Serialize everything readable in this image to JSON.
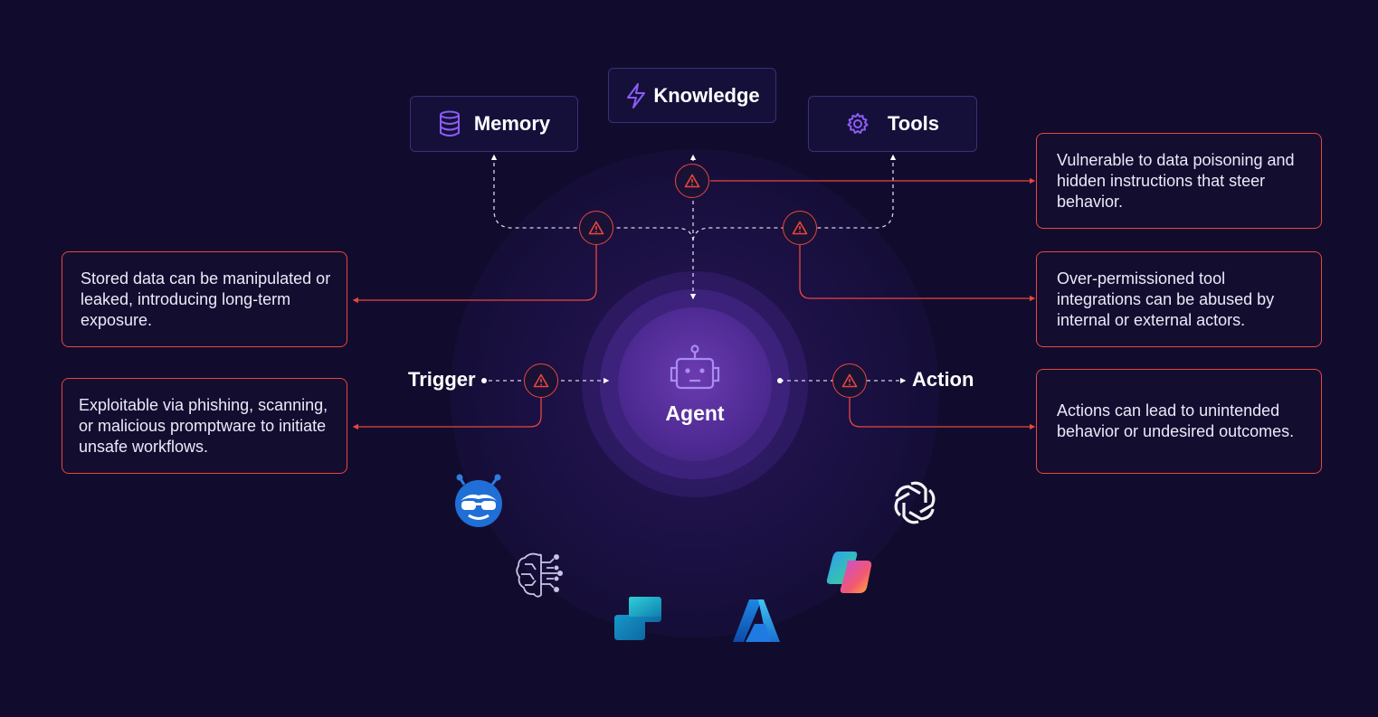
{
  "sources": {
    "memory": {
      "label": "Memory",
      "icon": "database-icon"
    },
    "knowledge": {
      "label": "Knowledge",
      "icon": "lightning-icon"
    },
    "tools": {
      "label": "Tools",
      "icon": "gear-icon"
    }
  },
  "agent": {
    "label": "Agent",
    "icon": "robot-icon"
  },
  "flow": {
    "trigger": "Trigger",
    "action": "Action"
  },
  "risks": {
    "knowledge": "Vulnerable to data poisoning and hidden instructions that steer behavior.",
    "memory": "Stored data can be manipulated or leaked, introducing long-term exposure.",
    "tools": "Over-permissioned tool integrations can be abused by internal or external actors.",
    "trigger": "Exploitable via phishing, scanning, or malicious promptware to initiate unsafe workflows.",
    "action": "Actions can lead to unintended behavior or undesired outcomes."
  },
  "platform_logos": [
    "bot-mascot-logo",
    "ai-brain-circuit-logo",
    "copilot-studio-logo",
    "azure-logo",
    "microsoft-copilot-logo",
    "openai-logo"
  ],
  "colors": {
    "background": "#110c2e",
    "accent_purple": "#8b5cf6",
    "risk_red": "#e8463e",
    "box_border": "#3b2f77"
  }
}
